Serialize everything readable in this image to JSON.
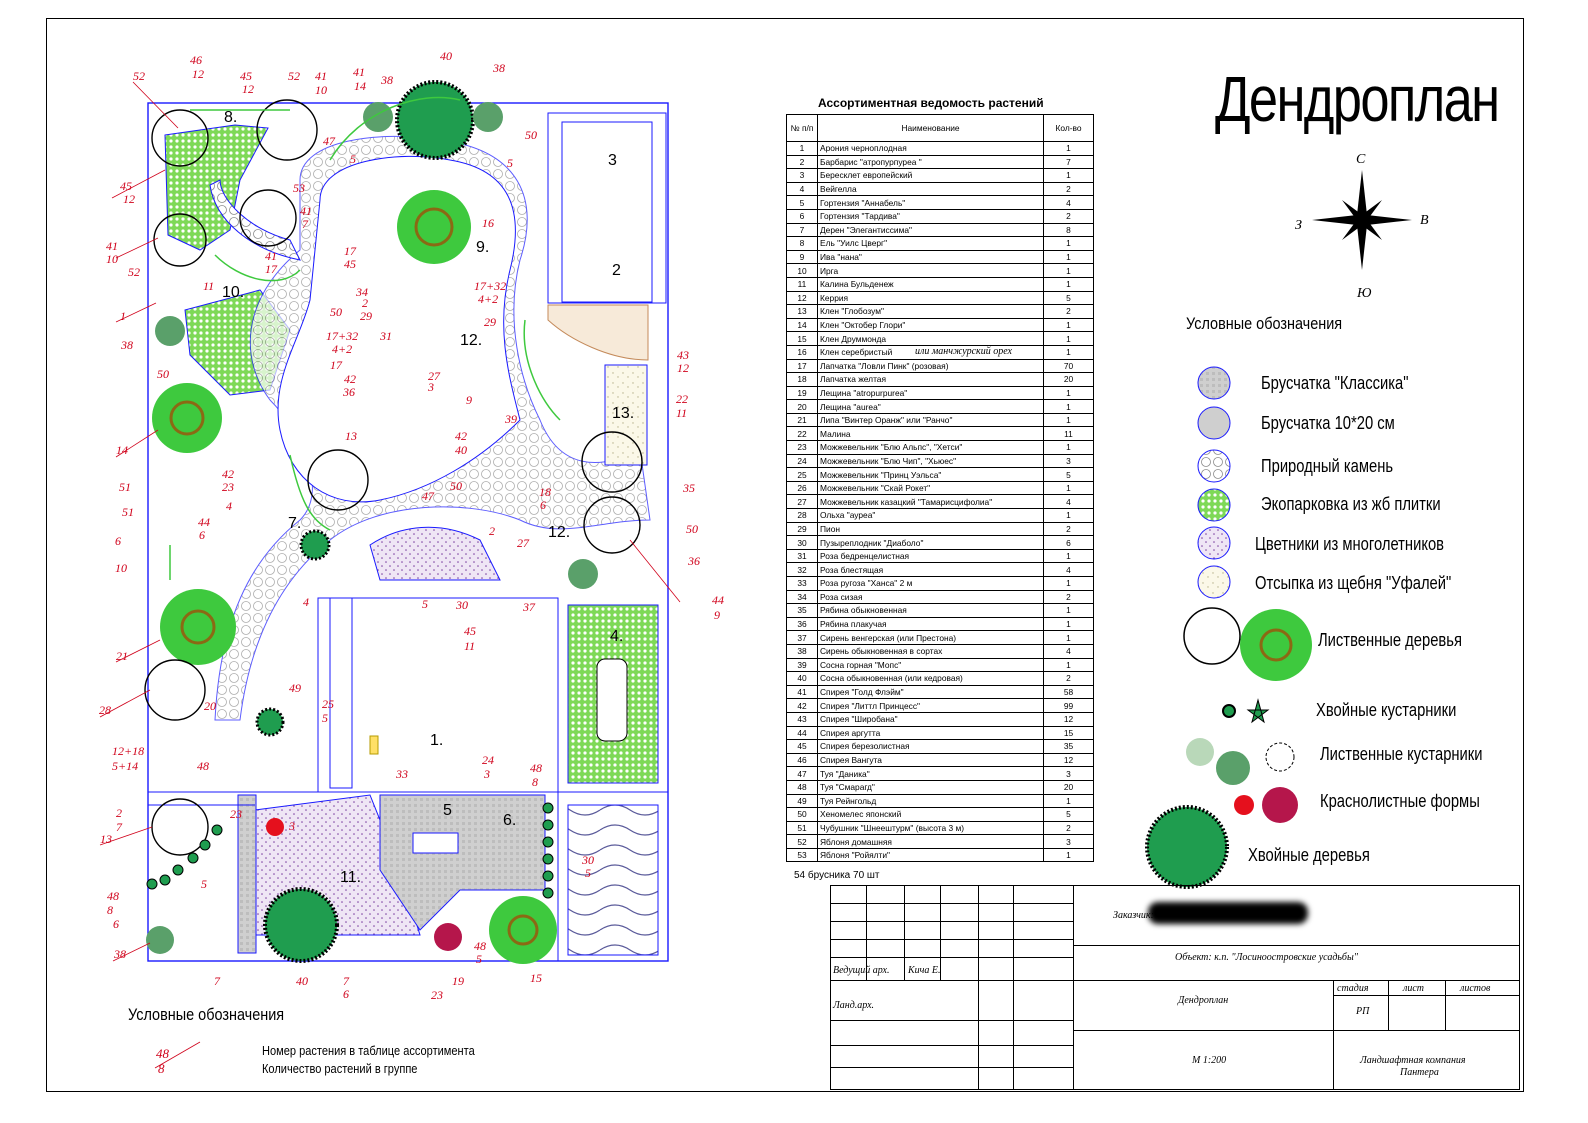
{
  "title": "Дендроплан",
  "table": {
    "title": "Ассортиментная ведомость растений",
    "headers": [
      "№ п/п",
      "Наименование",
      "Кол-во"
    ],
    "rows": [
      [
        "1",
        "Арония черноплодная",
        "1"
      ],
      [
        "2",
        "Барбарис \"атропурпуреа \"",
        "7"
      ],
      [
        "3",
        "Бересклет европейский",
        "1"
      ],
      [
        "4",
        "Вейгелла",
        "2"
      ],
      [
        "5",
        "Гортензия \"Аннабель\"",
        "4"
      ],
      [
        "6",
        "Гортензия \"Тардива\"",
        "2"
      ],
      [
        "7",
        "Дерен \"Элегантиссима\"",
        "8"
      ],
      [
        "8",
        "Ель \"Уилс Цверг\"",
        "1"
      ],
      [
        "9",
        "Ива \"нана\"",
        "1"
      ],
      [
        "10",
        "Ирга",
        "1"
      ],
      [
        "11",
        "Калина Бульденеж",
        "1"
      ],
      [
        "12",
        "Керрия",
        "5"
      ],
      [
        "13",
        "Клен \"Глобозум\"",
        "2"
      ],
      [
        "14",
        "Клен \"Октобер Глори\"",
        "1"
      ],
      [
        "15",
        "Клен Друммонда",
        "1"
      ],
      [
        "16",
        "Клен серебристый",
        "1"
      ],
      [
        "17",
        "Лапчатка \"Ловли Пинк\" (розовая)",
        "70"
      ],
      [
        "18",
        "Лапчатка желтая",
        "20"
      ],
      [
        "19",
        "Лещина \"atropurpurea\"",
        "1"
      ],
      [
        "20",
        "Лещина \"aurea\"",
        "1"
      ],
      [
        "21",
        "Липа \"Винтер Оранж\" или \"Ранчо\"",
        "1"
      ],
      [
        "22",
        "Малина",
        "11"
      ],
      [
        "23",
        "Можжевельник \"Блю Альпс\", \"Хетси\"",
        "1"
      ],
      [
        "24",
        "Можжевельник \"Блю Чип\", \"Хьюес\"",
        "3"
      ],
      [
        "25",
        "Можжевельник \"Принц Уэльса\"",
        "5"
      ],
      [
        "26",
        "Можжевельник \"Скай Рокет\"",
        "1"
      ],
      [
        "27",
        "Можжевельник казацкий \"Тамарисцифолиа\"",
        "4"
      ],
      [
        "28",
        "Ольха \"ауреа\"",
        "1"
      ],
      [
        "29",
        "Пион",
        "2"
      ],
      [
        "30",
        "Пузыреплодник \"Диаболо\"",
        "6"
      ],
      [
        "31",
        "Роза бедренцелистная",
        "1"
      ],
      [
        "32",
        "Роза блестящая",
        "4"
      ],
      [
        "33",
        "Роза ругоза \"Ханса\" 2 м",
        "1"
      ],
      [
        "34",
        "Роза сизая",
        "2"
      ],
      [
        "35",
        "Рябина обыкновенная",
        "1"
      ],
      [
        "36",
        "Рябина плакучая",
        "1"
      ],
      [
        "37",
        "Сирень венгерская (или Престона)",
        "1"
      ],
      [
        "38",
        "Сирень обыкновенная в сортах",
        "4"
      ],
      [
        "39",
        "Сосна горная \"Мопс\"",
        "1"
      ],
      [
        "40",
        "Сосна обыкновенная (или кедровая)",
        "2"
      ],
      [
        "41",
        "Спирея \"Голд Флэйм\"",
        "58"
      ],
      [
        "42",
        "Спирея \"Литтл Принцесс\"",
        "99"
      ],
      [
        "43",
        "Спирея \"Широбана\"",
        "12"
      ],
      [
        "44",
        "Спирея аргутта",
        "15"
      ],
      [
        "45",
        "Спирея березолистная",
        "35"
      ],
      [
        "46",
        "Спирея Вангута",
        "12"
      ],
      [
        "47",
        "Туя \"Даника\"",
        "3"
      ],
      [
        "48",
        "Туя \"Смарагд\"",
        "20"
      ],
      [
        "49",
        "Туя Рейнгольд",
        "1"
      ],
      [
        "50",
        "Хеномелес японский",
        "5"
      ],
      [
        "51",
        "Чубушник \"Шнеештурм\" (высота 3 м)",
        "2"
      ],
      [
        "52",
        "Яблоня домашняя",
        "3"
      ],
      [
        "53",
        "Яблоня \"Ройялти\"",
        "1"
      ]
    ],
    "handwritten_note": "или манчжурский орех",
    "extra_row": "54    брусника  70 шт"
  },
  "compass": {
    "north": "С",
    "south": "Ю",
    "west": "З",
    "east": "В"
  },
  "legend": {
    "title": "Условные обозначения",
    "items": [
      "Брусчатка \"Классика\"",
      "Брусчатка 10*20 см",
      "Природный камень",
      "Экопарковка из жб плитки",
      "Цветники из многолетников",
      "Отсыпка из щебня \"Уфалей\"",
      "Лиственные деревья",
      "Хвойные кустарники",
      "Лиственные кустарники",
      "Краснолистные формы",
      "Хвойные деревья"
    ]
  },
  "bottom_legend": {
    "title": "Условные обозначения",
    "sample_top": "48",
    "sample_bottom": "8",
    "line1": "Номер растения в таблице ассортимента",
    "line2": "Количество растений в группе"
  },
  "stamp": {
    "customer": "Заказчик:",
    "object": "Объект:  к.п.  \"Лосиноостровские  усадьбы\"",
    "lead": "Ведущий арх.",
    "lead_name": "Кича  Е.",
    "land": "Ланд.арх.",
    "drawing": "Дендроплан",
    "stage": "стадия",
    "sheet": "лист",
    "sheets": "листов",
    "stage_val": "РП",
    "scale": "М  1:200",
    "company": "Ландшафтная  компания",
    "company2": "Пантера"
  },
  "zones": [
    "1.",
    "2",
    "3",
    "4.",
    "5",
    "6.",
    "7.",
    "8.",
    "9.",
    "10.",
    "11.",
    "12.",
    "12.",
    "13."
  ],
  "plan_labels": [
    "52",
    "46/12",
    "45/12",
    "52",
    "41/10",
    "41/14",
    "38",
    "40",
    "38",
    "50",
    "5",
    "5",
    "47",
    "53",
    "41/7",
    "16",
    "17/45",
    "45/12",
    "41/10",
    "47",
    "52",
    "41/17",
    "34/2",
    "17+32/4+2",
    "29",
    "29",
    "1",
    "11",
    "10.",
    "38",
    "50",
    "31",
    "17+32/4+2",
    "27/3",
    "17",
    "43/12",
    "50",
    "17",
    "42/36",
    "9",
    "22/11",
    "39",
    "14",
    "13",
    "42/40",
    "42/23",
    "50",
    "35",
    "51",
    "4",
    "18/6",
    "51",
    "6",
    "44/6",
    "27",
    "50",
    "10",
    "47",
    "2",
    "36",
    "5",
    "30",
    "45/11",
    "37",
    "44/9",
    "21",
    "4",
    "28",
    "49",
    "25/5",
    "20",
    "12+18/5+14",
    "48",
    "2",
    "7",
    "13",
    "23",
    "33",
    "24/3",
    "48/8",
    "48/8",
    "6",
    "5",
    "30/5",
    "38",
    "7",
    "40",
    "7/6",
    "23",
    "19",
    "48/5",
    "15"
  ]
}
